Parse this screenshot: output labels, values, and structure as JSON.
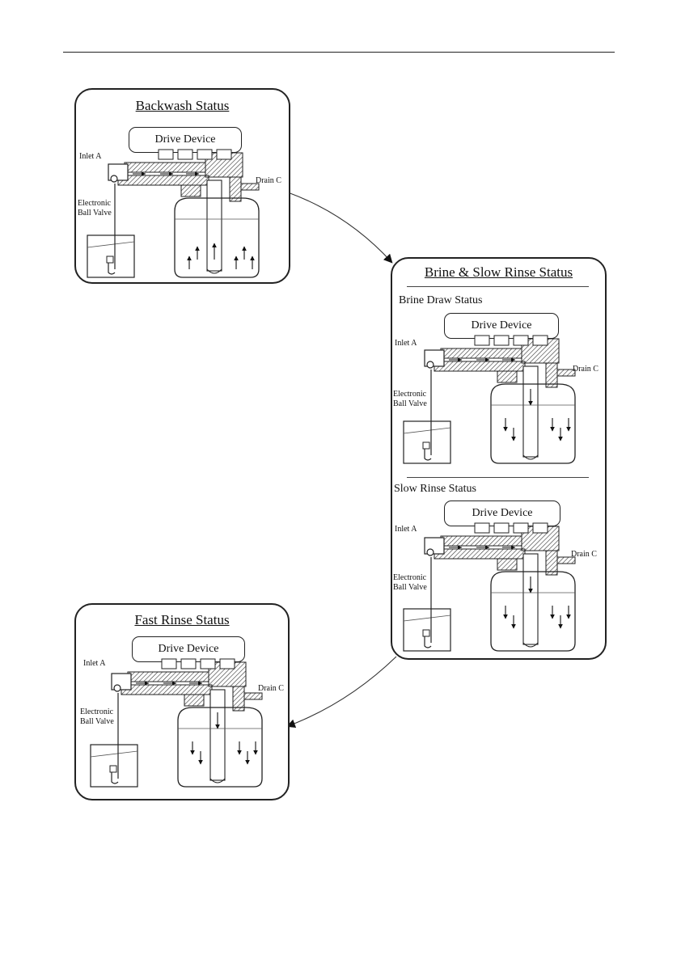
{
  "backwash": {
    "title": "Backwash Status",
    "drive_label": "Drive Device",
    "inlet_label": "Inlet A",
    "drain_label": "Drain C",
    "valve_label_line1": "Electronic",
    "valve_label_line2": "Ball Valve"
  },
  "brine_slow": {
    "title": "Brine & Slow Rinse Status",
    "brine_draw": {
      "title": "Brine Draw Status",
      "drive_label": "Drive Device",
      "inlet_label": "Inlet A",
      "drain_label": "Drain C",
      "valve_label_line1": "Electronic",
      "valve_label_line2": "Ball Valve"
    },
    "slow_rinse": {
      "title": "Slow Rinse Status",
      "drive_label": "Drive Device",
      "inlet_label": "Inlet A",
      "drain_label": "Drain C",
      "valve_label_line1": "Electronic",
      "valve_label_line2": "Ball Valve"
    }
  },
  "fast_rinse": {
    "title": "Fast Rinse Status",
    "drive_label": "Drive Device",
    "inlet_label": "Inlet A",
    "drain_label": "Drain C",
    "valve_label_line1": "Electronic",
    "valve_label_line2": "Ball Valve"
  },
  "flow": {
    "backwash": "up",
    "brine_draw": "down",
    "slow_rinse": "down",
    "fast_rinse": "down"
  }
}
